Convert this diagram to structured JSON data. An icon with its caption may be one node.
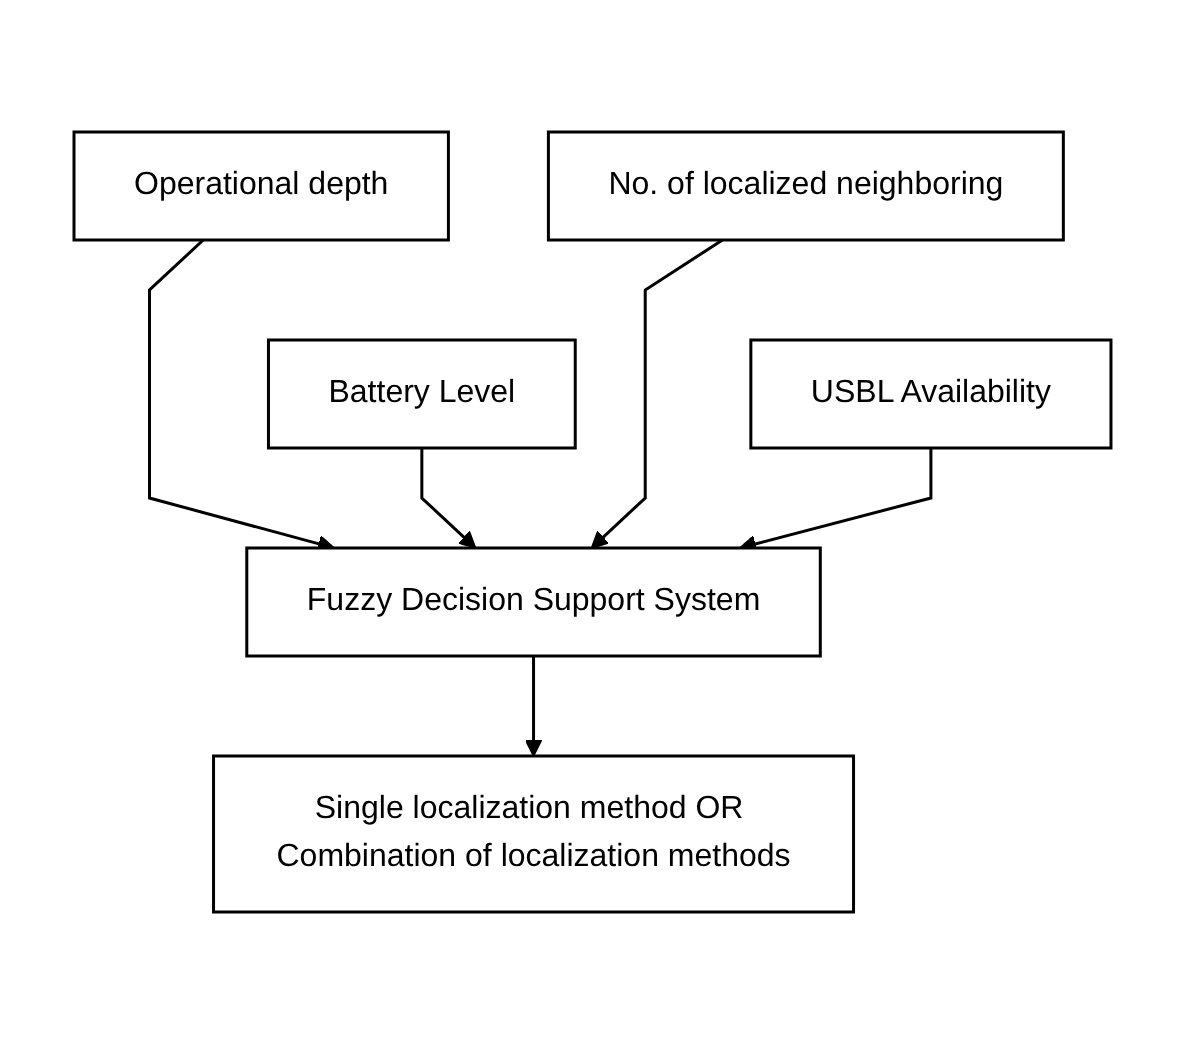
{
  "diagram": {
    "nodes": [
      {
        "text": [
          "Operational depth"
        ]
      },
      {
        "text": [
          "No. of localized neighboring"
        ]
      },
      {
        "text": [
          "Battery Level"
        ]
      },
      {
        "text": [
          "USBL Availability"
        ]
      },
      {
        "text": [
          "Fuzzy Decision Support System"
        ]
      },
      {
        "text": [
          "Single localization method OR Combination of localization methods"
        ]
      }
    ],
    "edges": [
      {
        "from": 0,
        "to": 4,
        "arrow": "to"
      },
      {
        "from": 1,
        "to": 4,
        "arrow": "to"
      },
      {
        "from": 2,
        "to": 4,
        "arrow": "to"
      },
      {
        "from": 3,
        "to": 4,
        "arrow": "to"
      },
      {
        "from": 4,
        "to": 5,
        "arrow": "to"
      }
    ]
  }
}
